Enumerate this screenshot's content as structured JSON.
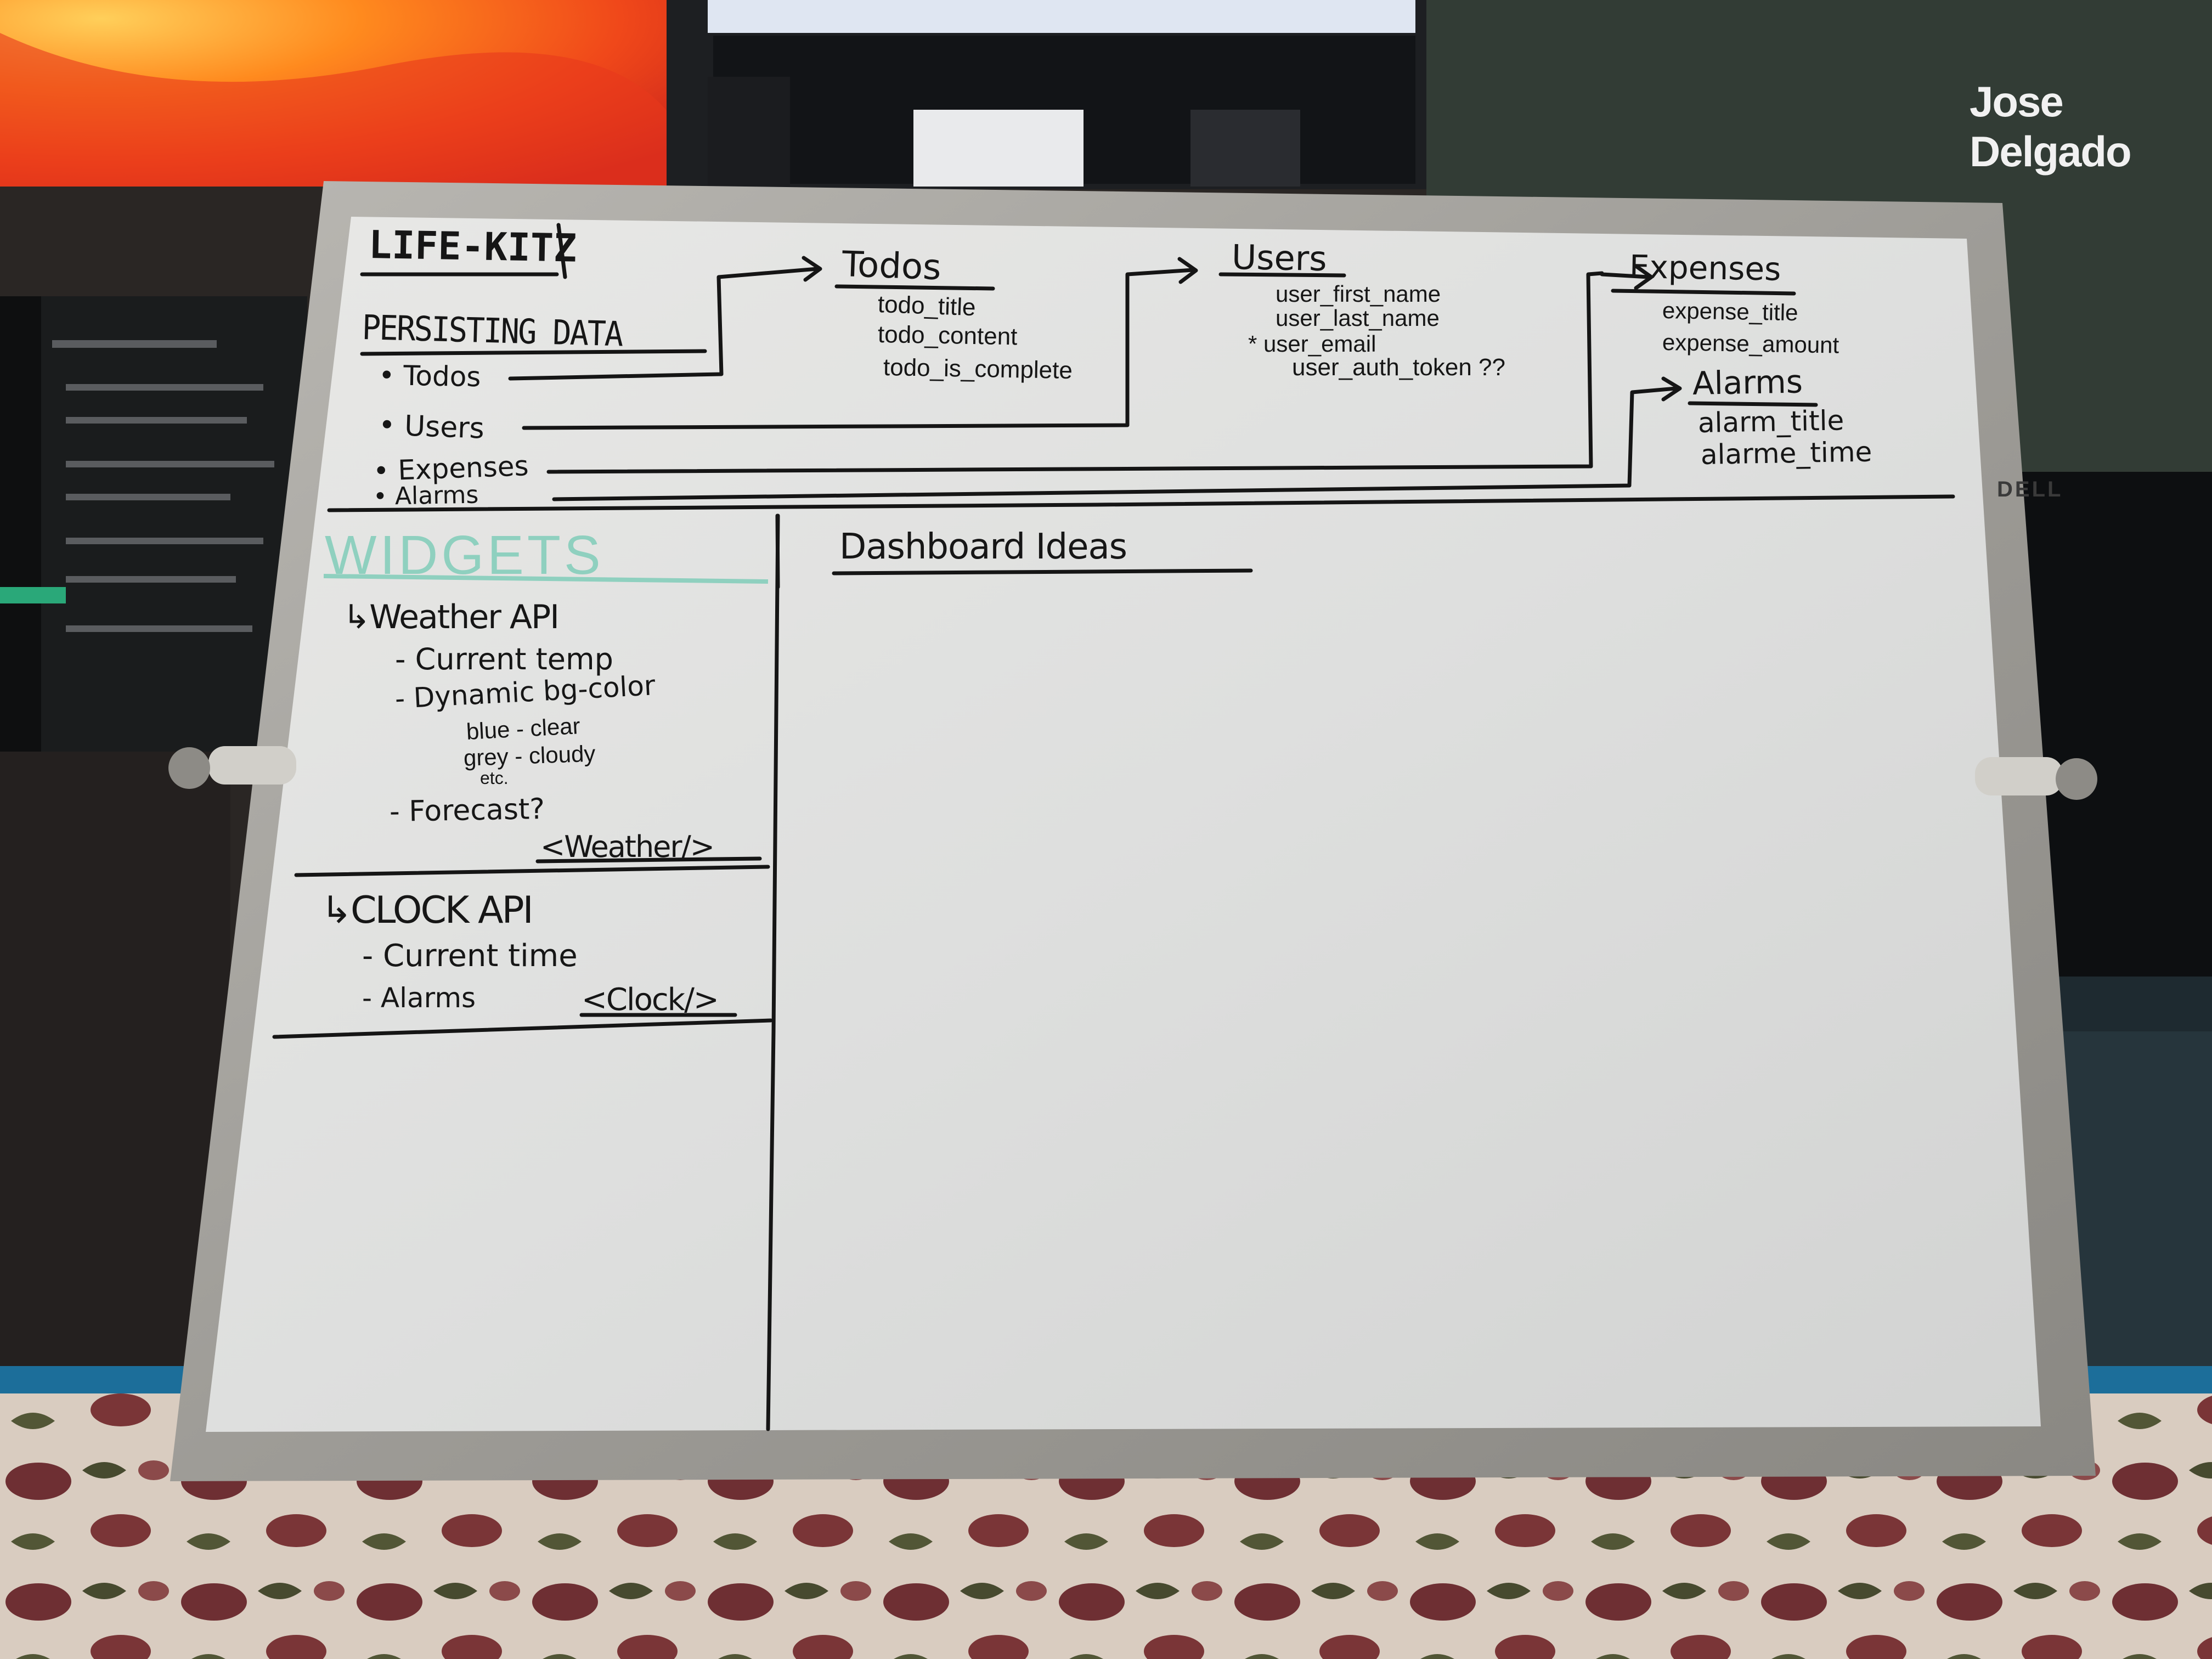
{
  "scene": {
    "monitor_name": "Jose Delgado",
    "monitor_brand": "DELL"
  },
  "board": {
    "title": "LIFE-KITZ",
    "persisting": {
      "heading": "PERSISTING DATA",
      "items": [
        "• Todos",
        "• Users",
        "• Expenses",
        "• Alarms"
      ]
    },
    "entities": {
      "todos": {
        "title": "Todos",
        "fields": [
          "todo_title",
          "todo_content",
          "todo_is_complete"
        ]
      },
      "users": {
        "title": "Users",
        "fields": [
          "user_first_name",
          "user_last_name",
          "* user_email",
          "user_auth_token ??"
        ]
      },
      "expenses": {
        "title": "Expenses",
        "fields": [
          "expense_title",
          "expense_amount"
        ]
      },
      "alarms": {
        "title": "Alarms",
        "fields": [
          "alarm_title",
          "alarme_time"
        ]
      }
    },
    "widgets": {
      "heading": "WIDGETS",
      "weather": {
        "title": "↳Weather API",
        "items": [
          "- Current temp",
          "- Dynamic bg-color",
          "blue - clear",
          "grey - cloudy",
          "etc.",
          "- Forecast?"
        ],
        "component": "<Weather/>"
      },
      "clock": {
        "title": "↳CLOCK API",
        "items": [
          "- Current time",
          "- Alarms"
        ],
        "component": "<Clock/>"
      }
    },
    "dashboard": {
      "heading": "Dashboard Ideas"
    }
  }
}
